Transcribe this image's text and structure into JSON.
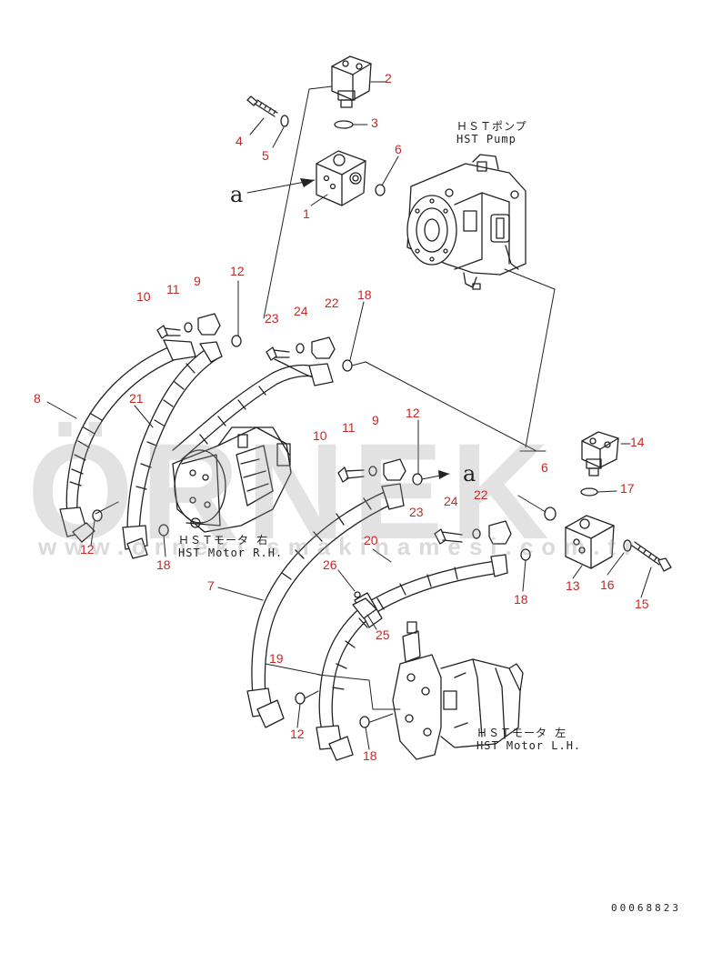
{
  "parts": {
    "p1": "1",
    "p2": "2",
    "p3": "3",
    "p4": "4",
    "p5": "5",
    "p6a": "6",
    "p6b": "6",
    "p7": "7",
    "p8": "8",
    "p9a": "9",
    "p9b": "9",
    "p10a": "10",
    "p10b": "10",
    "p11a": "11",
    "p11b": "11",
    "p12a": "12",
    "p12b": "12",
    "p12c": "12",
    "p12d": "12",
    "p13": "13",
    "p14": "14",
    "p15": "15",
    "p16": "16",
    "p17": "17",
    "p18a": "18",
    "p18b": "18",
    "p18c": "18",
    "p18d": "18",
    "p19": "19",
    "p20": "20",
    "p21": "21",
    "p22a": "22",
    "p22b": "22",
    "p23a": "23",
    "p23b": "23",
    "p24a": "24",
    "p24b": "24",
    "p25": "25",
    "p26": "26"
  },
  "captions": {
    "pump_jp": "ＨＳＴポンプ",
    "pump_en": "HST Pump",
    "motor_rh_jp": "ＨＳＴモータ 右",
    "motor_rh_en": "HST Motor R.H.",
    "motor_lh_jp": "ＨＳＴモータ 左",
    "motor_lh_en": "HST Motor L.H."
  },
  "view_marks": {
    "a1": "a",
    "a2": "a"
  },
  "watermark": {
    "main": "ÖRNEK",
    "url": "www.orneki smakinamesi.com.tr"
  },
  "drawing_number": "00068823",
  "colors": {
    "label": "#c62828",
    "line": "#222222",
    "watermark": "#969696"
  }
}
